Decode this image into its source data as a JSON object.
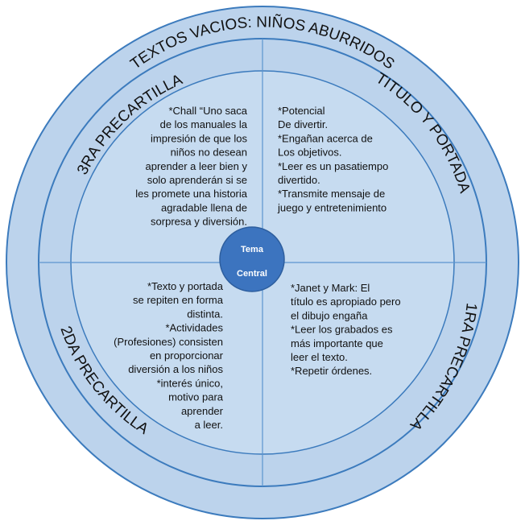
{
  "colors": {
    "outer_fill": "#bcd3ec",
    "ring_stroke": "#3c7bbd",
    "inner_fill": "#c6dbf0",
    "divider": "#5b95cf",
    "center_fill": "#3c74bf",
    "center_stroke": "#2d5e9e",
    "text": "#111111",
    "center_text": "#ffffff"
  },
  "outer_ring": {
    "title": "TEXTOS VACIOS: NIÑOS ABURRIDOS"
  },
  "center": {
    "line1": "Tema",
    "line2": "Central"
  },
  "sections": {
    "top_left": {
      "label": "3RA PRECARTILLA",
      "lines": [
        "*Chall “Uno saca",
        "de los manuales  la",
        "impresión de que los",
        "niños no desean",
        "aprender a leer bien y",
        "solo aprenderán si se",
        "les promete una historia",
        "agradable  llena de",
        "sorpresa y diversión."
      ]
    },
    "top_right": {
      "label": "TITULO Y PORTADA",
      "lines": [
        "*Potencial",
        "De divertir.",
        "*Engañan  acerca de",
        "Los objetivos.",
        "*Leer es un pasatiempo",
        "divertido.",
        "*Transmite mensaje  de",
        "juego y entretenimiento"
      ]
    },
    "bottom_left": {
      "label": "2DA PRECARTILLA",
      "lines": [
        "*Texto y portada",
        "se  repiten en forma",
        "distinta.",
        "*Actividades",
        "(Profesiones) consisten",
        "en proporcionar",
        "diversión a los niños",
        "*interés único,",
        "motivo para",
        "aprender",
        "a leer."
      ]
    },
    "bottom_right": {
      "label": "1RA PRECARTILLA",
      "lines": [
        "*Janet y Mark: El",
        "título es apropiado pero",
        "el dibujo engaña",
        "*Leer los grabados es",
        "más importante que",
        "leer el texto.",
        "*Repetir órdenes."
      ]
    }
  }
}
